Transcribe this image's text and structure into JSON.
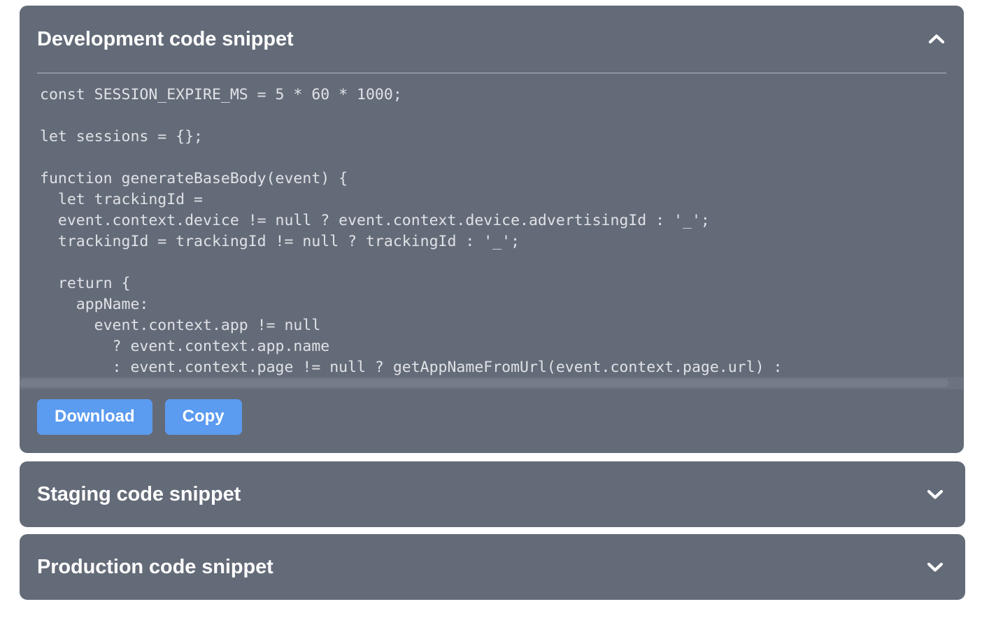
{
  "theme": {
    "page_background": "#ffffff",
    "panel_background": "#646b78",
    "panel_title_color": "#ffffff",
    "divider_color": "#b7bcc4",
    "code_text_color": "#dfe2e6",
    "button_background": "#5b9bf0",
    "button_text_color": "#ffffff",
    "scrollbar_track_color": "#6b7280",
    "scrollbar_thumb_color": "#767d8a"
  },
  "panels": [
    {
      "id": "development",
      "title": "Development code snippet",
      "expanded": true,
      "chevron_icon": "chevron-up-icon",
      "code": "const SESSION_EXPIRE_MS = 5 * 60 * 1000;\n\nlet sessions = {};\n\nfunction generateBaseBody(event) {\n  let trackingId =\n  event.context.device != null ? event.context.device.advertisingId : '_';\n  trackingId = trackingId != null ? trackingId : '_';\n\n  return {\n    appName:\n      event.context.app != null\n        ? event.context.app.name\n        : event.context.page != null ? getAppNameFromUrl(event.context.page.url) :",
      "buttons": [
        {
          "id": "download",
          "label": "Download"
        },
        {
          "id": "copy",
          "label": "Copy"
        }
      ]
    },
    {
      "id": "staging",
      "title": "Staging code snippet",
      "expanded": false,
      "chevron_icon": "chevron-down-icon"
    },
    {
      "id": "production",
      "title": "Production code snippet",
      "expanded": false,
      "chevron_icon": "chevron-down-icon"
    }
  ]
}
